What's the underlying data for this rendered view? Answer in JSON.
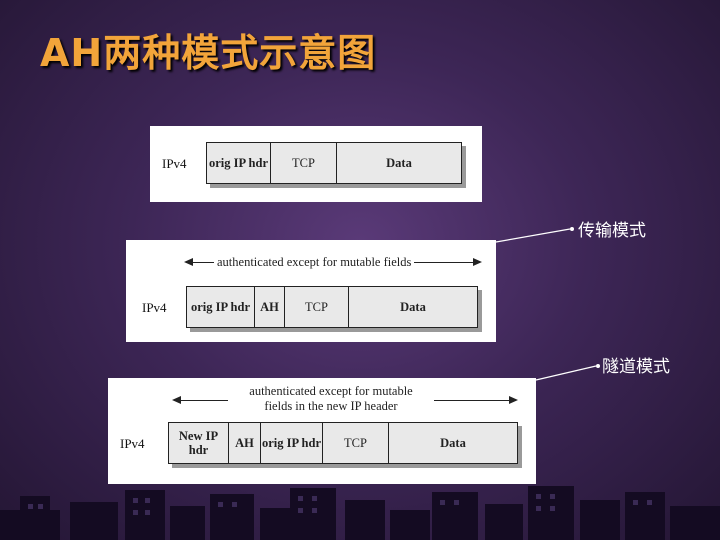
{
  "title": "AH两种模式示意图",
  "labels": {
    "transport": "传输模式",
    "tunnel": "隧道模式"
  },
  "original_packet": {
    "ipv4": "IPv4",
    "cells": [
      "orig IP hdr",
      "TCP",
      "Data"
    ]
  },
  "transport_packet": {
    "auth_text": "authenticated except for mutable fields",
    "ipv4": "IPv4",
    "cells": [
      "orig IP hdr",
      "AH",
      "TCP",
      "Data"
    ]
  },
  "tunnel_packet": {
    "auth_text_line1": "authenticated except for mutable",
    "auth_text_line2": "fields in the new IP header",
    "ipv4": "IPv4",
    "cells": [
      "New IP hdr",
      "AH",
      "orig IP hdr",
      "TCP",
      "Data"
    ]
  }
}
